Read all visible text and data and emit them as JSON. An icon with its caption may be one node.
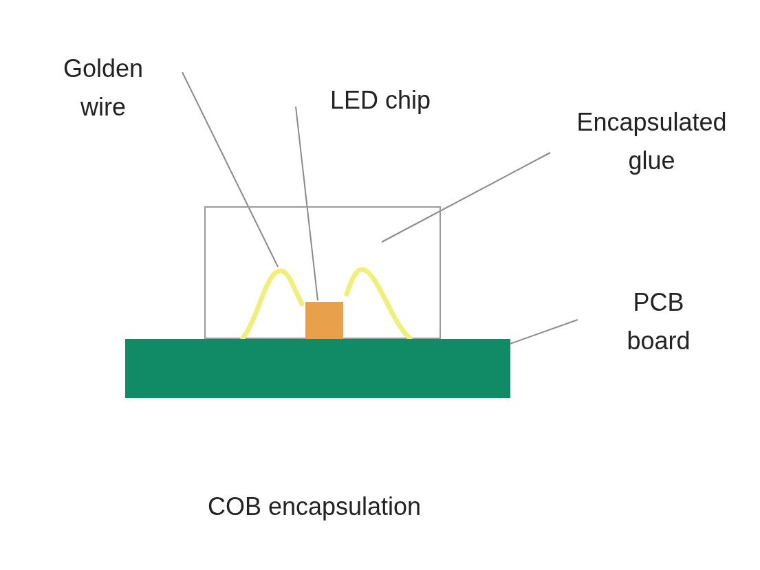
{
  "diagram": {
    "caption": "COB encapsulation",
    "nodes": [
      {
        "text": [
          "Golden wire"
        ]
      },
      {
        "text": [
          "LED chip"
        ]
      },
      {
        "text": [
          "Encapsulated glue"
        ]
      },
      {
        "text": [
          "PCB board"
        ]
      },
      {
        "text": [],
        "shape": "box"
      },
      {
        "text": [],
        "shape": "picture",
        "in": 4
      },
      {
        "text": [],
        "shape": "box",
        "in": 4
      },
      {
        "text": [],
        "shape": "bar"
      }
    ],
    "edges": [
      {
        "from": 0,
        "to": 5,
        "arrow": "none"
      },
      {
        "from": 1,
        "to": 6,
        "arrow": "none"
      },
      {
        "from": 2,
        "to": 4,
        "arrow": "none"
      },
      {
        "from": 3,
        "to": 7,
        "arrow": "none"
      }
    ]
  }
}
